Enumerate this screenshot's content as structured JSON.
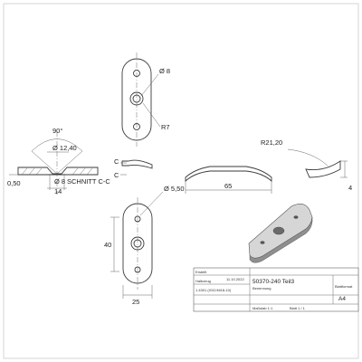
{
  "dims": {
    "hole_top": "Ø 8",
    "radius_top": "R7",
    "angle": "90°",
    "csink_dia": "Ø 12,40",
    "thickness": "0,50",
    "bore": "Ø 8",
    "width_section": "14",
    "section_label": "SCHNITT C-C",
    "cut_upper": "C",
    "cut_lower": "C",
    "hole_front": "Ø 5,50",
    "length_profile": "65",
    "height_front": "40",
    "width_front": "25",
    "bend_radius": "R21,20",
    "side_height": "4"
  },
  "title_block": {
    "material_hdr": "Halbzeug",
    "material_val": "1.4301 (X5CrNi18-10)",
    "drawing_no": "50370-240 Teil3",
    "name_hdr": "Benennung",
    "created_hdr": "Erstellt",
    "created_val": "11.10.2022",
    "format_hdr": "Blattformat",
    "format_val": "A4",
    "scale": "Maßstab 1:1",
    "sheet": "Blatt 1 / 1"
  }
}
